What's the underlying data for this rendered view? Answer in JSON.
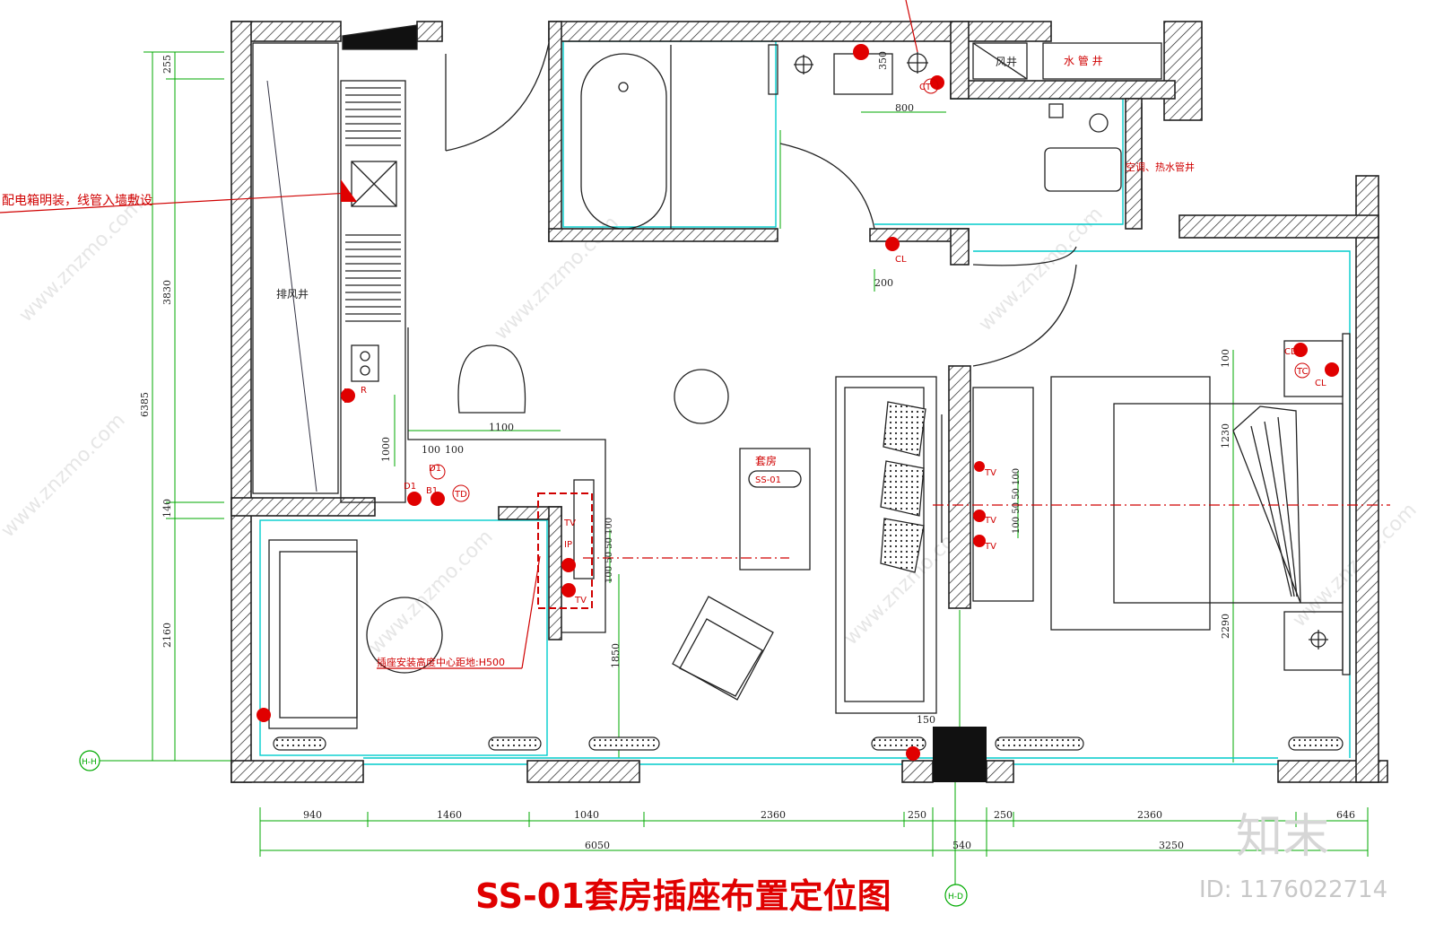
{
  "drawing": {
    "title": "SS-01套房插座布置定位图",
    "note_panel": "配电箱明装，线管入墙敷设",
    "note_height": "插座安装高度中心距地:H500",
    "room_label": "套房",
    "room_code": "SS-01",
    "axis_bottom": "H-D",
    "axis_left": "H-H"
  },
  "rooms": {
    "exhaust_shaft": "排风井",
    "air_shaft": "风井",
    "water_shaft": "水 管 井",
    "ac_shaft": "空调、热水管井"
  },
  "dimensions": {
    "left_vertical": [
      "255",
      "3830",
      "140",
      "2160"
    ],
    "left_total": "6385",
    "bottom_row1": [
      "940",
      "1460",
      "1040",
      "2360",
      "250",
      "250",
      "2360",
      "646"
    ],
    "bottom_row2": [
      "6050",
      "540",
      "3250"
    ],
    "inner": [
      "1100",
      "1000",
      "100",
      "100",
      "800",
      "350",
      "200",
      "100",
      "1230",
      "2290",
      "1850",
      "150",
      "100 50 50 100",
      "100 50 50 100"
    ]
  },
  "sockets": {
    "labels": [
      "R",
      "D1",
      "D1",
      "B1",
      "TD",
      "TV",
      "IP",
      "TV",
      "TV",
      "TV",
      "CL",
      "CT",
      "CD",
      "TC",
      "CL",
      "TV"
    ]
  },
  "watermark": {
    "logo": "知末",
    "id": "ID: 1176022714",
    "site": "www.znzmo.com"
  },
  "colors": {
    "wall": "#222222",
    "socket": "#e00000",
    "dimension": "#00aa00",
    "outline": "#00cccc"
  }
}
